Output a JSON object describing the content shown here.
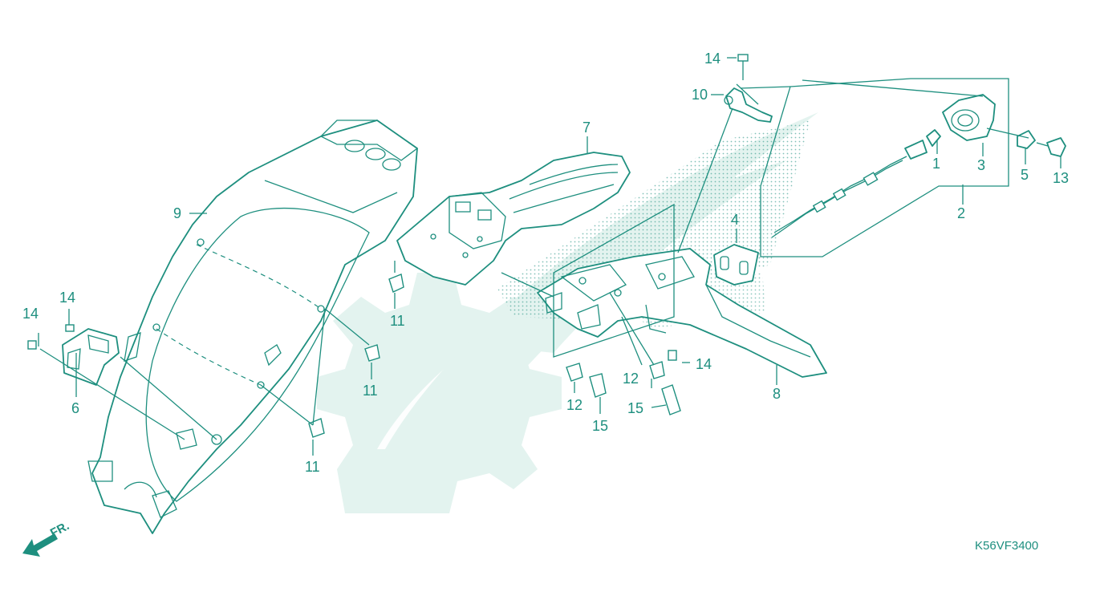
{
  "diagram": {
    "drawing_code": "K56VF3400",
    "direction_marker": "FR.",
    "colors": {
      "line": "#1e8f7f",
      "watermark": "#e3f3ef",
      "background": "#ffffff"
    },
    "callouts": [
      {
        "id": "c1",
        "label": "1"
      },
      {
        "id": "c2",
        "label": "2"
      },
      {
        "id": "c3",
        "label": "3"
      },
      {
        "id": "c4",
        "label": "4"
      },
      {
        "id": "c5",
        "label": "5"
      },
      {
        "id": "c6",
        "label": "6"
      },
      {
        "id": "c7",
        "label": "7"
      },
      {
        "id": "c8",
        "label": "8"
      },
      {
        "id": "c9",
        "label": "9"
      },
      {
        "id": "c10",
        "label": "10"
      },
      {
        "id": "c11a",
        "label": "11"
      },
      {
        "id": "c11b",
        "label": "11"
      },
      {
        "id": "c11c",
        "label": "11"
      },
      {
        "id": "c12a",
        "label": "12"
      },
      {
        "id": "c12b",
        "label": "12"
      },
      {
        "id": "c13",
        "label": "13"
      },
      {
        "id": "c14a",
        "label": "14"
      },
      {
        "id": "c14b",
        "label": "14"
      },
      {
        "id": "c14c",
        "label": "14"
      },
      {
        "id": "c14d",
        "label": "14"
      },
      {
        "id": "c15a",
        "label": "15"
      },
      {
        "id": "c15b",
        "label": "15"
      }
    ]
  }
}
